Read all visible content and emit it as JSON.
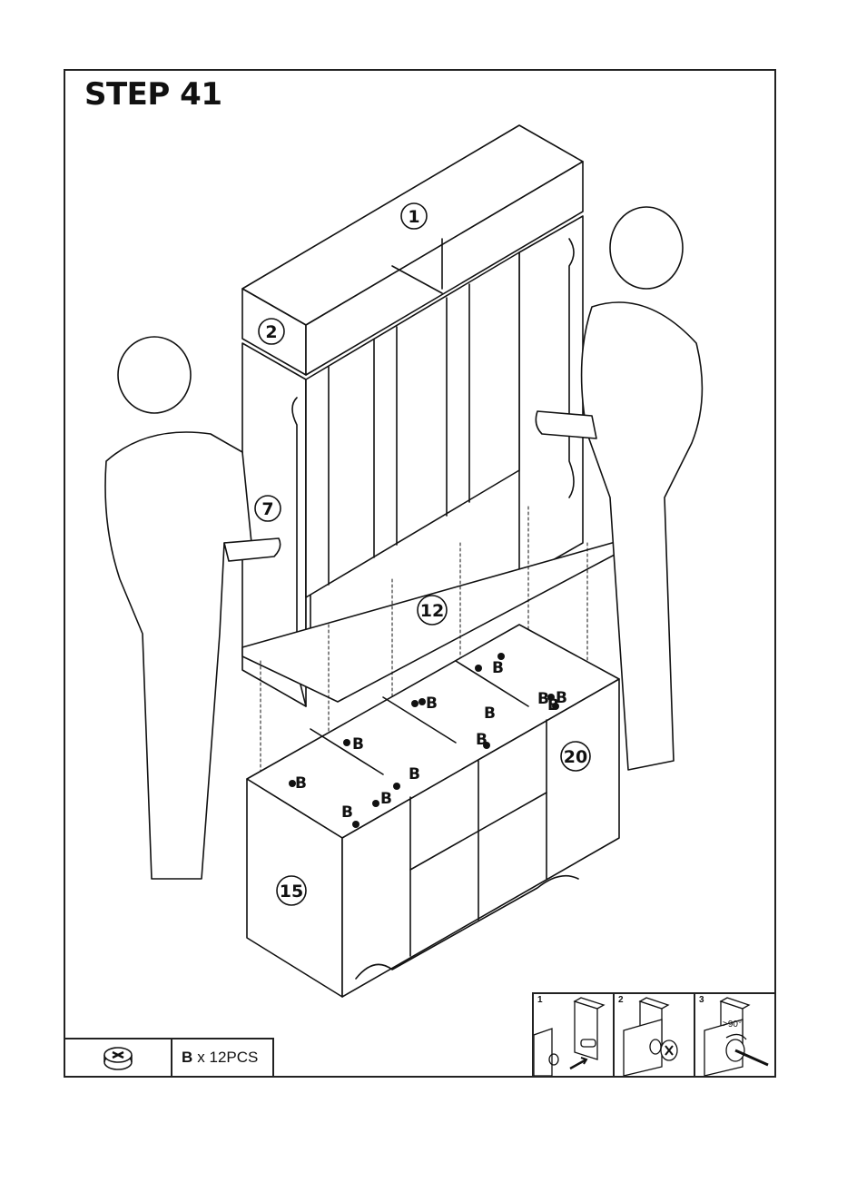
{
  "step": {
    "title": "STEP 41"
  },
  "parts": {
    "p1": "1",
    "p2": "2",
    "p7": "7",
    "p12": "12",
    "p15": "15",
    "p20": "20"
  },
  "fitting_label": "B",
  "legend": {
    "icon": "cam-lock-icon",
    "code": "B",
    "quantity": "x 12PCS"
  },
  "inset": {
    "steps": [
      "1",
      "2",
      "3"
    ],
    "angle": ">90°"
  }
}
